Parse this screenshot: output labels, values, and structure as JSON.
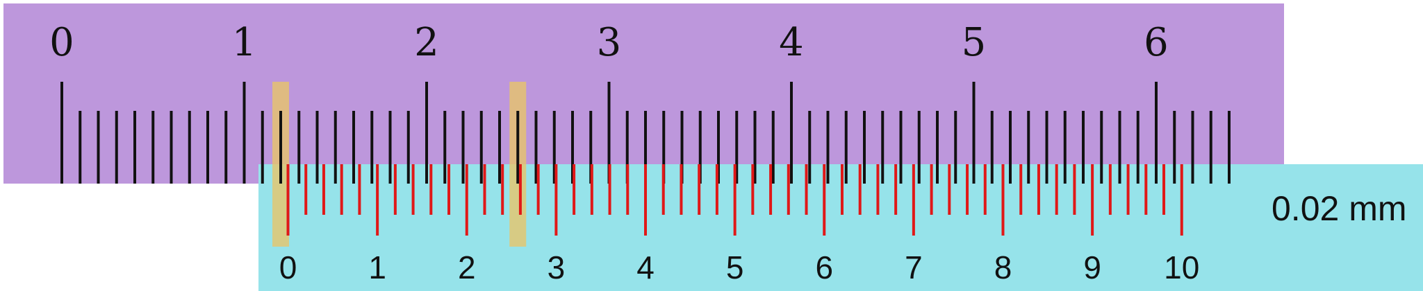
{
  "diagram": {
    "type": "vernier-caliper-scale",
    "least_count_label": "0.02 mm",
    "main_scale": {
      "labels": [
        "0",
        "1",
        "2",
        "3",
        "4",
        "5",
        "6"
      ],
      "divisions_per_label": 10,
      "total_divisions": 64,
      "color": "#bd97dc",
      "tick_color": "#111111"
    },
    "vernier_scale": {
      "labels": [
        "0",
        "1",
        "2",
        "3",
        "4",
        "5",
        "6",
        "7",
        "8",
        "9",
        "10"
      ],
      "divisions_per_label": 5,
      "total_divisions": 50,
      "main_scale_divisions_spanned": 49,
      "zero_position_main_units": 12.4,
      "color": "#96e3ea",
      "tick_color": "#e01818"
    },
    "highlights": [
      {
        "name": "vernier-zero-highlight",
        "main_division": 12,
        "vernier_division": 0,
        "color": "#e7c46a"
      },
      {
        "name": "coincidence-highlight",
        "main_division": 25,
        "vernier_division": 13,
        "color": "#e7c46a"
      }
    ]
  }
}
